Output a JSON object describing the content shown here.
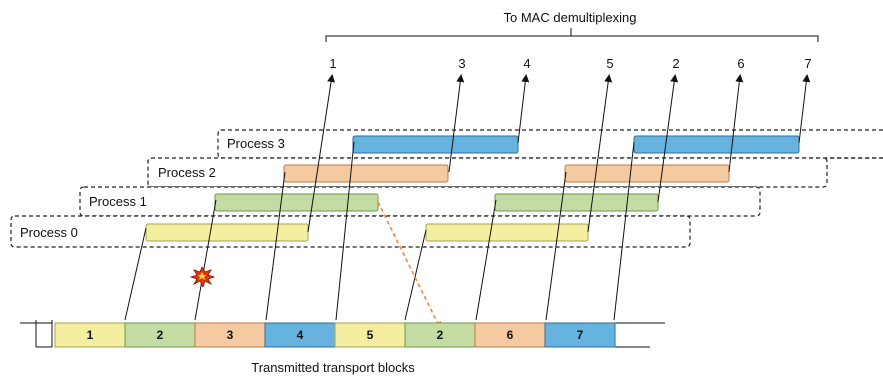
{
  "header_label": "To MAC demultiplexing",
  "footer_label": "Transmitted transport blocks",
  "output_labels": [
    "1",
    "3",
    "4",
    "5",
    "2",
    "6",
    "7"
  ],
  "processes": [
    "Process 0",
    "Process 1",
    "Process 2",
    "Process 3"
  ],
  "transport_blocks": [
    {
      "label": "1",
      "color": "#f4eea0"
    },
    {
      "label": "2",
      "color": "#c4dca4"
    },
    {
      "label": "3",
      "color": "#f6caa0"
    },
    {
      "label": "4",
      "color": "#66b3e0"
    },
    {
      "label": "5",
      "color": "#f4eea0"
    },
    {
      "label": "2",
      "color": "#c4dca4"
    },
    {
      "label": "6",
      "color": "#f6caa0"
    },
    {
      "label": "7",
      "color": "#66b3e0"
    }
  ],
  "colors": {
    "process0": "#f4eea0",
    "process1": "#c4dca4",
    "process2": "#f6caa0",
    "process3": "#66b3e0",
    "retransmission_arrow": "#f08a3c",
    "error_burst": "#e03a10"
  },
  "icons": {
    "error": "error-burst-icon"
  }
}
